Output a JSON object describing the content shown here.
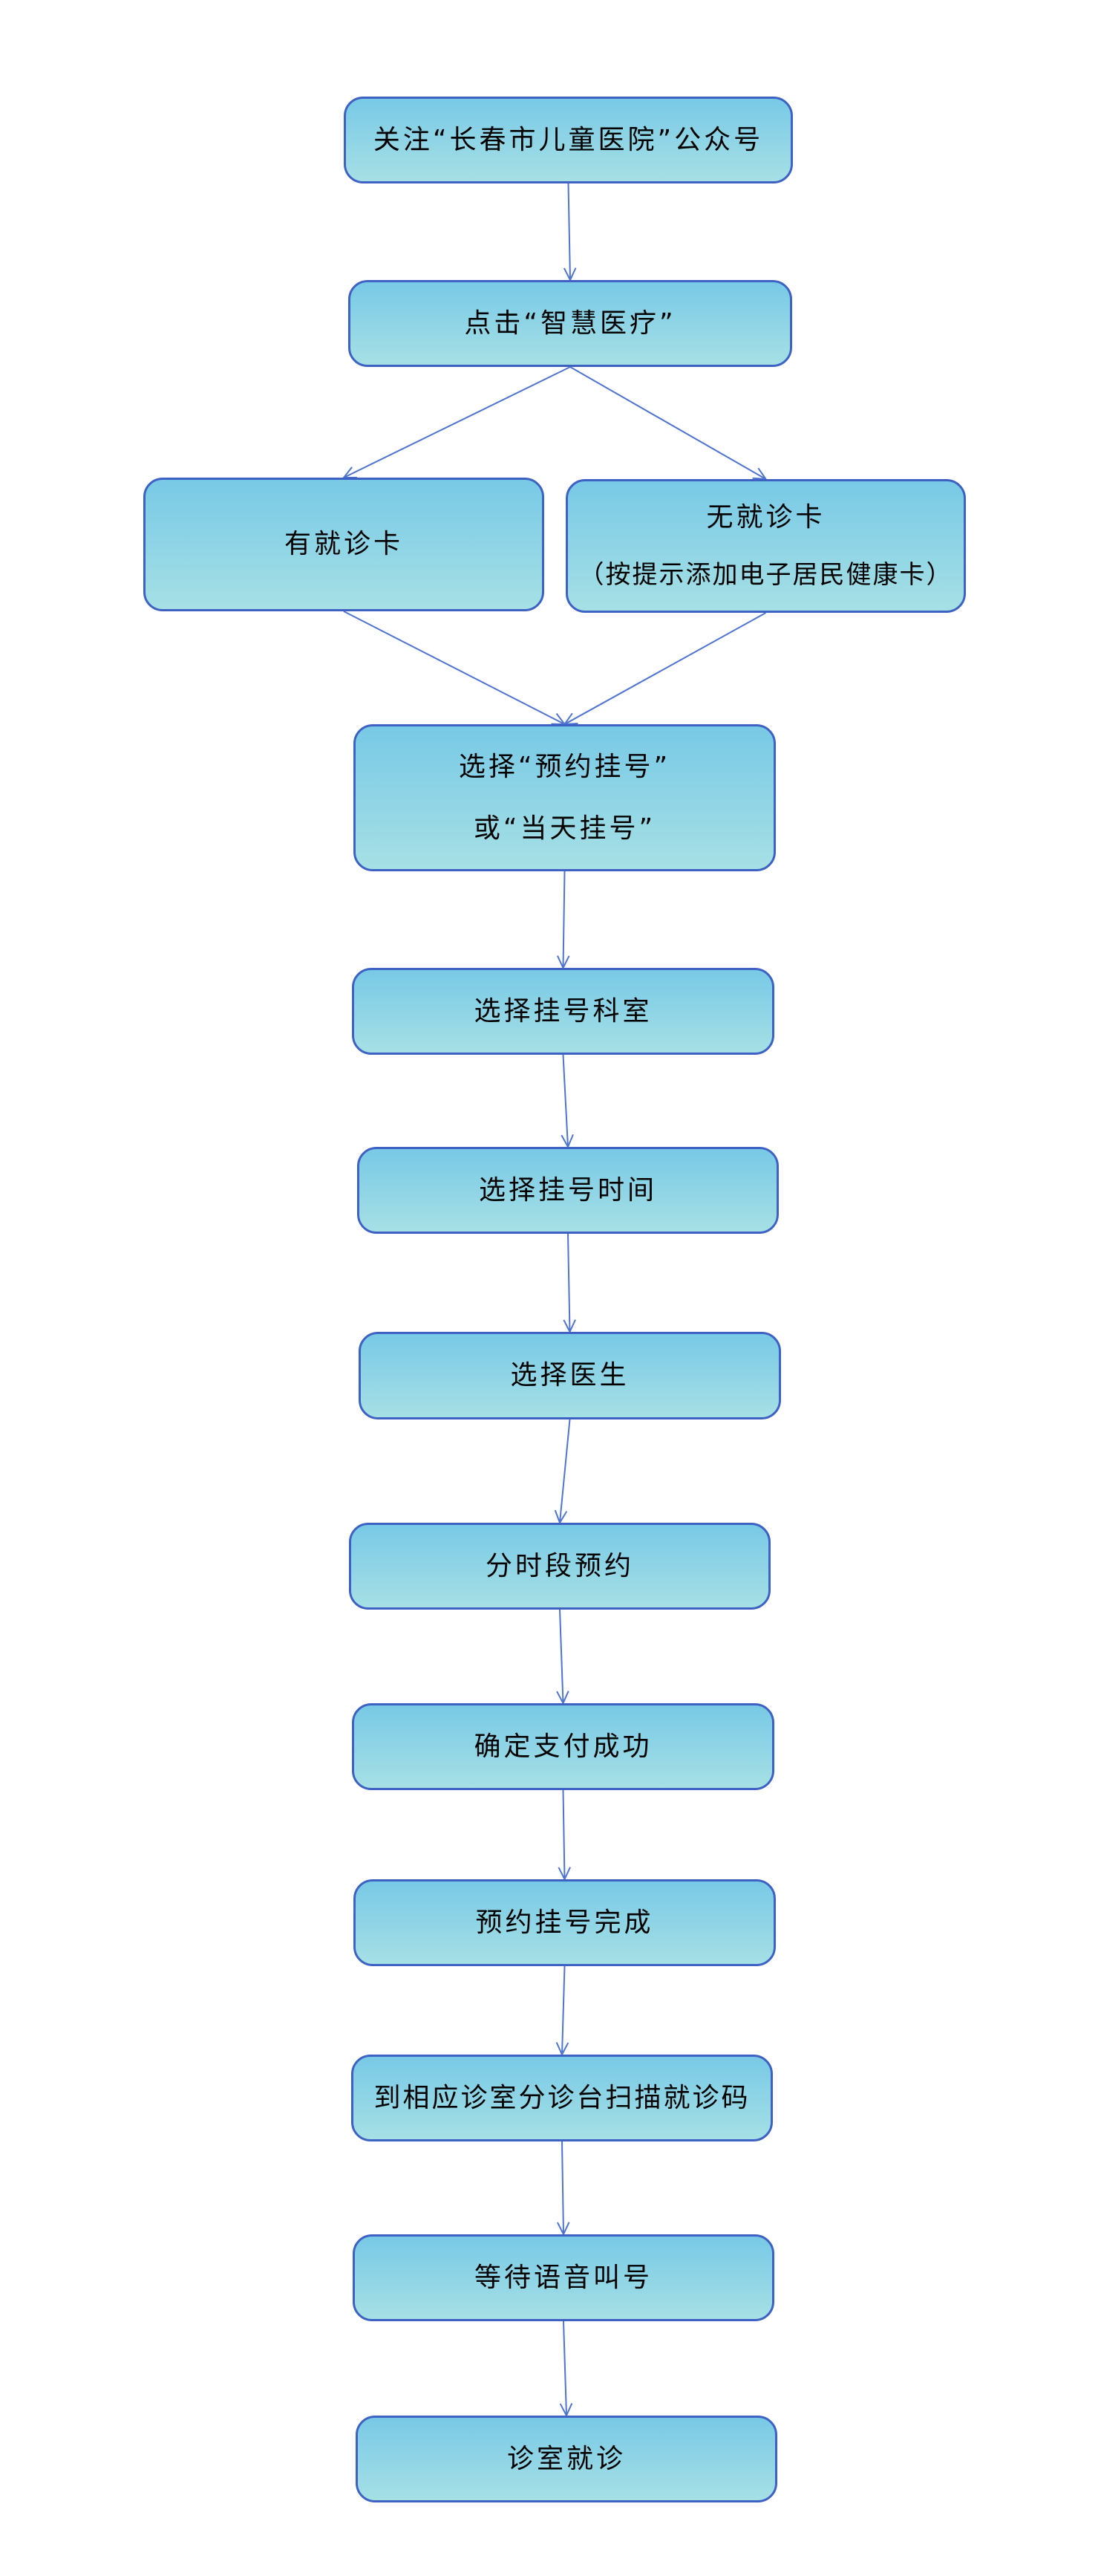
{
  "flowchart": {
    "colors": {
      "border": "#3d62c4",
      "fill_top": "#78c9e6",
      "fill_bottom": "#a6e0e5",
      "arrow": "#4f74d0"
    },
    "nodes": [
      {
        "id": "follow",
        "line1": "关注“长春市儿童医院”公众号"
      },
      {
        "id": "smart",
        "line1": "点击“智慧医疗”"
      },
      {
        "id": "has-card",
        "line1": "有就诊卡"
      },
      {
        "id": "no-card",
        "line1": "无就诊卡",
        "line2": "（按提示添加电子居民健康卡）"
      },
      {
        "id": "choose-type",
        "line1": "选择“预约挂号”",
        "line2": "或“当天挂号”"
      },
      {
        "id": "dept",
        "line1": "选择挂号科室"
      },
      {
        "id": "time",
        "line1": "选择挂号时间"
      },
      {
        "id": "doctor",
        "line1": "选择医生"
      },
      {
        "id": "slot",
        "line1": "分时段预约"
      },
      {
        "id": "pay",
        "line1": "确定支付成功"
      },
      {
        "id": "done",
        "line1": "预约挂号完成"
      },
      {
        "id": "scan",
        "line1": "到相应诊室分诊台扫描就诊码"
      },
      {
        "id": "wait",
        "line1": "等待语音叫号"
      },
      {
        "id": "visit",
        "line1": "诊室就诊"
      }
    ],
    "edges": [
      [
        "follow",
        "smart"
      ],
      [
        "smart",
        "has-card"
      ],
      [
        "smart",
        "no-card"
      ],
      [
        "has-card",
        "choose-type"
      ],
      [
        "no-card",
        "choose-type"
      ],
      [
        "choose-type",
        "dept"
      ],
      [
        "dept",
        "time"
      ],
      [
        "time",
        "doctor"
      ],
      [
        "doctor",
        "slot"
      ],
      [
        "slot",
        "pay"
      ],
      [
        "pay",
        "done"
      ],
      [
        "done",
        "scan"
      ],
      [
        "scan",
        "wait"
      ],
      [
        "wait",
        "visit"
      ]
    ]
  }
}
